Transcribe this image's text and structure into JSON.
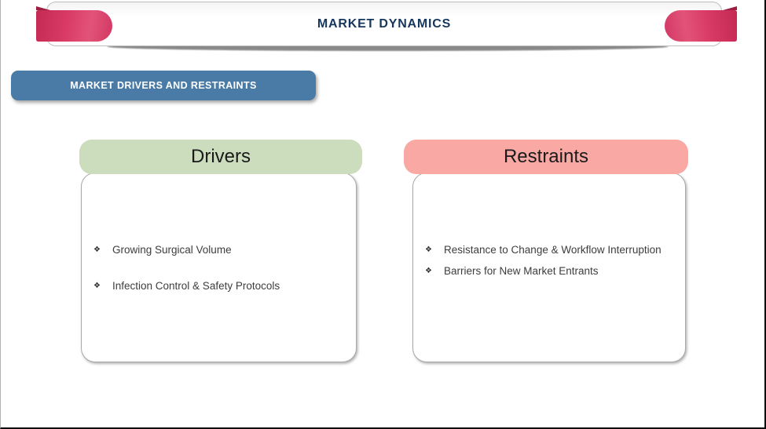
{
  "banner": {
    "title": "MARKET DYNAMICS"
  },
  "section": {
    "label": "MARKET DRIVERS AND RESTRAINTS"
  },
  "bullet_glyph": "❖",
  "cards": {
    "drivers": {
      "title": "Drivers",
      "items": [
        "Growing Surgical Volume",
        "Infection Control & Safety Protocols"
      ]
    },
    "restraints": {
      "title": "Restraints",
      "items": [
        "Resistance to Change & Workflow Interruption",
        "Barriers for New Market Entrants"
      ]
    }
  },
  "colors": {
    "accent_pink": "#d63763",
    "navy": "#17365d",
    "steel_blue": "#4a7ba6",
    "drivers_header": "#cbddbc",
    "restraints_header": "#f9a8a4"
  }
}
